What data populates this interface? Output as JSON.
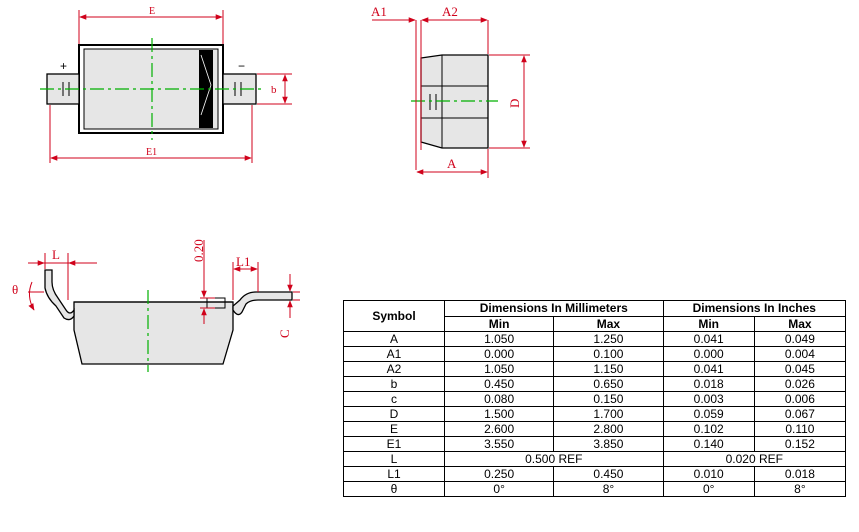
{
  "drawing": {
    "top_view": {
      "dim_E": "E",
      "dim_E1": "E1",
      "dim_b": "b",
      "plus": "+",
      "minus": "−"
    },
    "side_view": {
      "dim_A1": "A1",
      "dim_A2": "A2",
      "dim_D": "D",
      "dim_A": "A"
    },
    "front_view": {
      "dim_L": "L",
      "dim_theta": "θ",
      "dim_020": "0.20",
      "dim_L1": "L1",
      "dim_c": "C"
    }
  },
  "table": {
    "symbol_header": "Symbol",
    "mm_header": "Dimensions In Millimeters",
    "in_header": "Dimensions In Inches",
    "min_label": "Min",
    "max_label": "Max",
    "rows": [
      {
        "symbol": "A",
        "mm_min": "1.050",
        "mm_max": "1.250",
        "in_min": "0.041",
        "in_max": "0.049"
      },
      {
        "symbol": "A1",
        "mm_min": "0.000",
        "mm_max": "0.100",
        "in_min": "0.000",
        "in_max": "0.004"
      },
      {
        "symbol": "A2",
        "mm_min": "1.050",
        "mm_max": "1.150",
        "in_min": "0.041",
        "in_max": "0.045"
      },
      {
        "symbol": "b",
        "mm_min": "0.450",
        "mm_max": "0.650",
        "in_min": "0.018",
        "in_max": "0.026"
      },
      {
        "symbol": "c",
        "mm_min": "0.080",
        "mm_max": "0.150",
        "in_min": "0.003",
        "in_max": "0.006"
      },
      {
        "symbol": "D",
        "mm_min": "1.500",
        "mm_max": "1.700",
        "in_min": "0.059",
        "in_max": "0.067"
      },
      {
        "symbol": "E",
        "mm_min": "2.600",
        "mm_max": "2.800",
        "in_min": "0.102",
        "in_max": "0.110"
      },
      {
        "symbol": "E1",
        "mm_min": "3.550",
        "mm_max": "3.850",
        "in_min": "0.140",
        "in_max": "0.152"
      },
      {
        "symbol": "L",
        "mm_ref": "0.500 REF",
        "in_ref": "0.020 REF"
      },
      {
        "symbol": "L1",
        "mm_min": "0.250",
        "mm_max": "0.450",
        "in_min": "0.010",
        "in_max": "0.018"
      },
      {
        "symbol": "θ",
        "mm_min": "0°",
        "mm_max": "8°",
        "in_min": "0°",
        "in_max": "8°"
      }
    ]
  }
}
